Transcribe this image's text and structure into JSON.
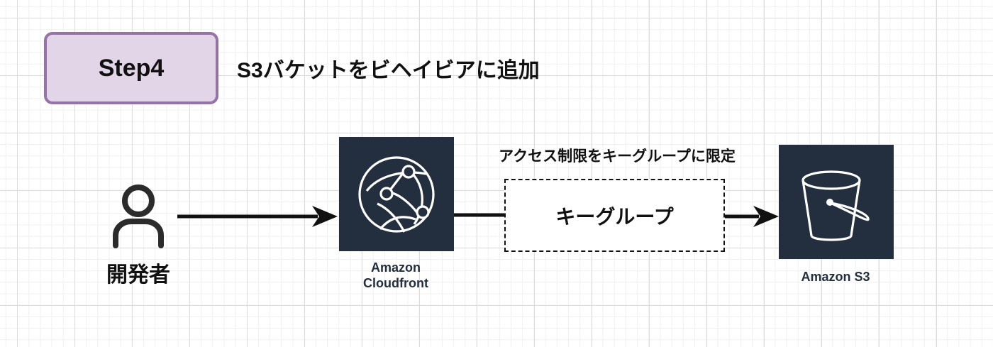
{
  "step_label": "Step4",
  "title": "S3バケットをビヘイビアに追加",
  "developer": {
    "label": "開発者",
    "icon": "user-icon"
  },
  "cloudfront": {
    "label_line1": "Amazon",
    "label_line2": "Cloudfront",
    "icon": "cloudfront-icon"
  },
  "key_group": {
    "label": "キーグループ",
    "note": "アクセス制限をキーグループに限定"
  },
  "s3": {
    "label": "Amazon S3",
    "icon": "s3-bucket-icon"
  },
  "colors": {
    "step_fill": "#e1d5e7",
    "step_border": "#9673a6",
    "aws_tile": "#232f3e"
  }
}
